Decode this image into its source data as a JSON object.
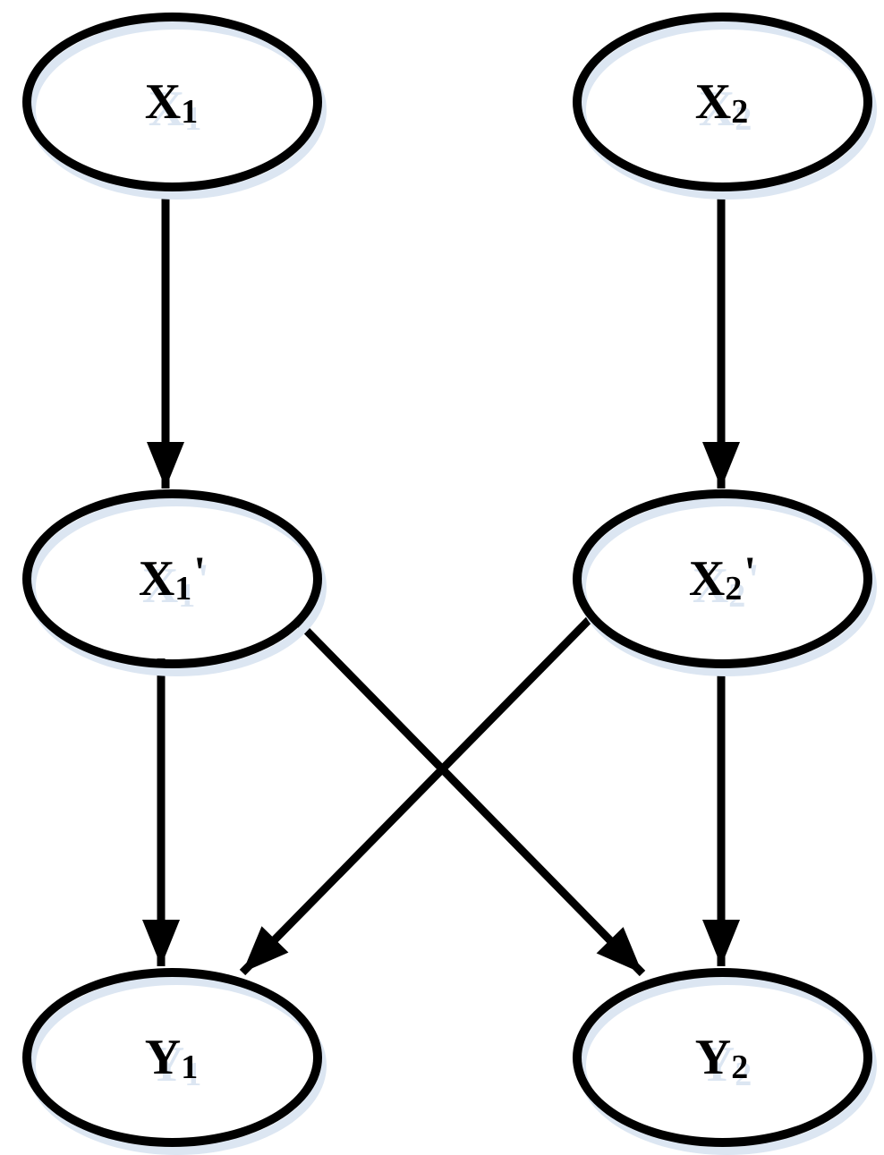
{
  "diagram": {
    "title": "",
    "type": "directed-graph",
    "background_color": "#ffffff",
    "node_outline_color": "#000000",
    "shadow_color": "#dce6f2",
    "nodes": [
      {
        "id": "X1",
        "label": "X1",
        "base": "X",
        "sub": "1",
        "prime": ""
      },
      {
        "id": "X2",
        "label": "X2",
        "base": "X",
        "sub": "2",
        "prime": ""
      },
      {
        "id": "X1'",
        "label": "X1'",
        "base": "X",
        "sub": "1",
        "prime": "'"
      },
      {
        "id": "X2'",
        "label": "X2'",
        "base": "X",
        "sub": "2",
        "prime": "'"
      },
      {
        "id": "Y1",
        "label": "Y1",
        "base": "Y",
        "sub": "1",
        "prime": ""
      },
      {
        "id": "Y2",
        "label": "Y2",
        "base": "Y",
        "sub": "2",
        "prime": ""
      }
    ],
    "edges": [
      {
        "from": "X1",
        "to": "X1'"
      },
      {
        "from": "X2",
        "to": "X2'"
      },
      {
        "from": "X1'",
        "to": "Y1"
      },
      {
        "from": "X1'",
        "to": "Y2"
      },
      {
        "from": "X2'",
        "to": "Y1"
      },
      {
        "from": "X2'",
        "to": "Y2"
      }
    ]
  }
}
